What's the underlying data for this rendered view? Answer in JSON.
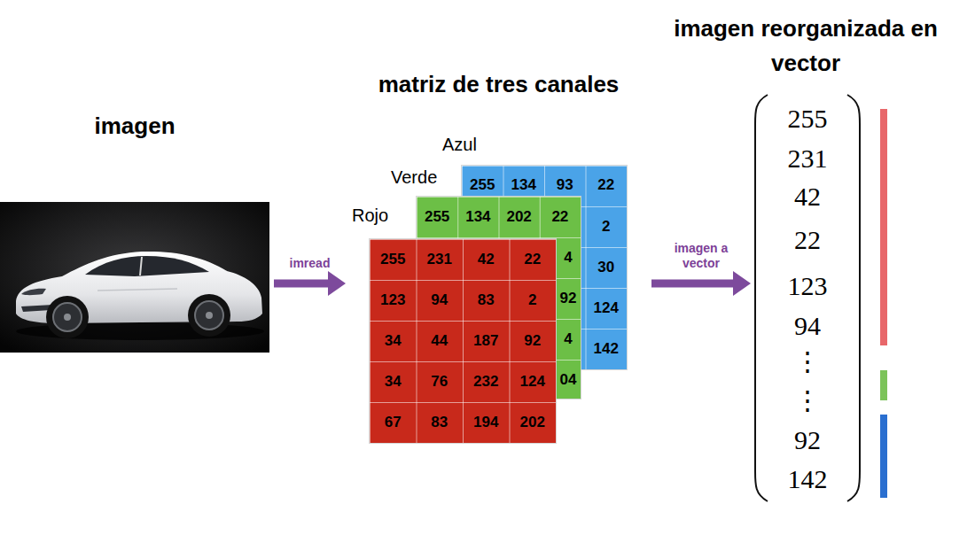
{
  "diagram": {
    "nodes": [
      {
        "text": [
          "imagen"
        ]
      },
      {
        "text": [
          "matriz de tres canales"
        ]
      },
      {
        "text": [
          "Azul"
        ],
        "in": 1
      },
      {
        "text": [
          "Verde"
        ],
        "in": 1
      },
      {
        "text": [
          "Rojo"
        ],
        "in": 1
      },
      {
        "text": [
          "imagen reorganizada en vector"
        ]
      }
    ],
    "edges": [
      {
        "from": 0,
        "to": 1,
        "arrow": "to",
        "label": "imread"
      },
      {
        "from": 1,
        "to": 5,
        "arrow": "to",
        "label": "imagen a vector"
      }
    ],
    "labels": [
      "255",
      "134",
      "93",
      "22",
      "2",
      "30",
      "124",
      "142",
      "255",
      "134",
      "202",
      "22",
      "4",
      "92",
      "4",
      "04",
      "255",
      "231",
      "42",
      "22",
      "123",
      "94",
      "83",
      "2",
      "34",
      "44",
      "187",
      "92",
      "34",
      "76",
      "232",
      "124",
      "67",
      "83",
      "194",
      "202",
      "255",
      "231",
      "42",
      "22",
      "123",
      "94",
      "⋮",
      "⋮",
      "92",
      "142"
    ]
  }
}
